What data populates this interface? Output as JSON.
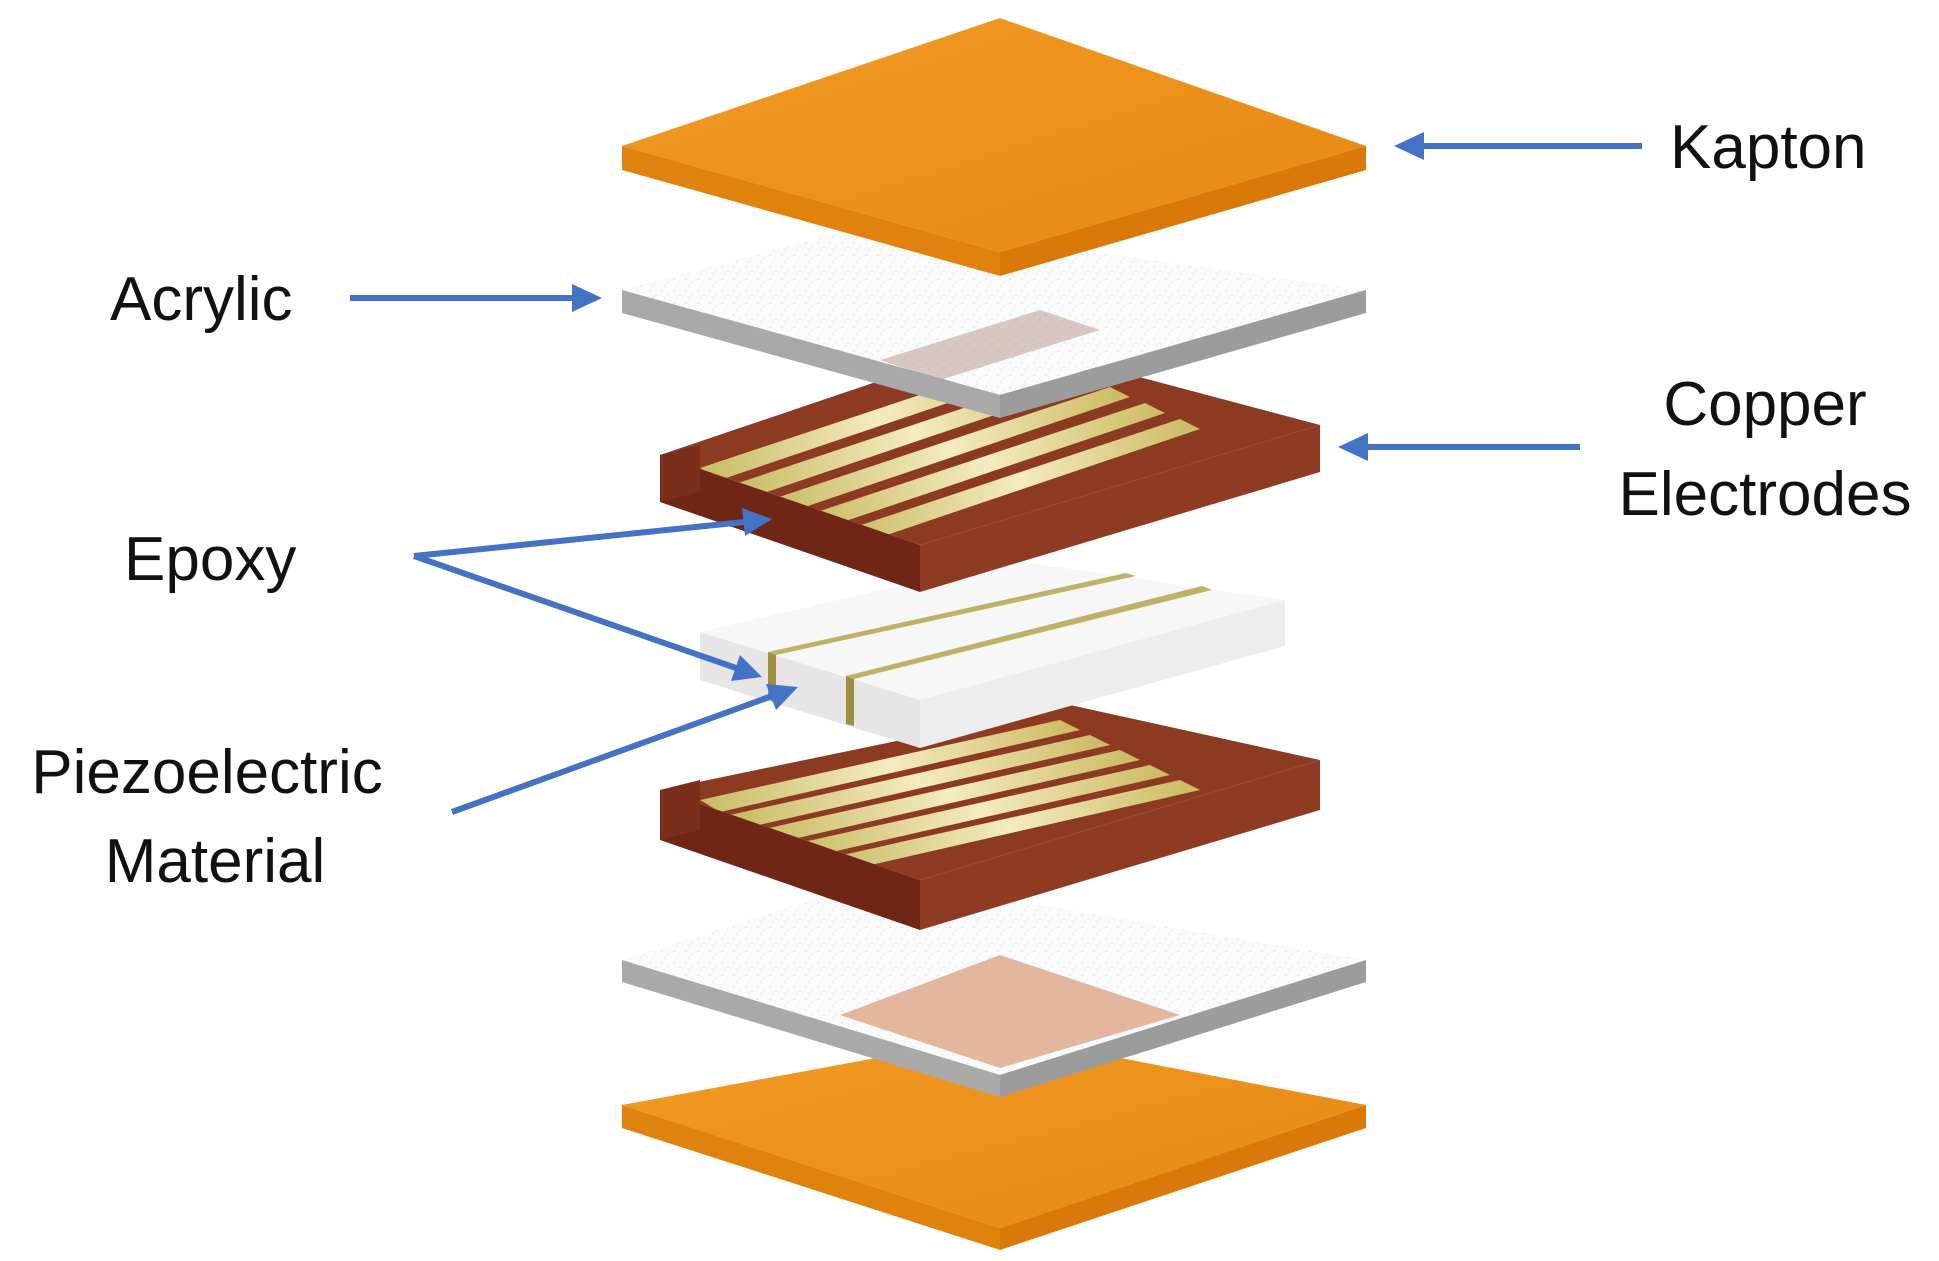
{
  "labels": {
    "kapton": "Kapton",
    "acrylic": "Acrylic",
    "copper_line1": "Copper",
    "copper_line2": "Electrodes",
    "epoxy": "Epoxy",
    "piezo_line1": "Piezoelectric",
    "piezo_line2": "Material"
  },
  "colors": {
    "kapton": "#EE8F1A",
    "acrylic_edge": "#A6A6A6",
    "copper": "#8A3A22",
    "epoxy_strip": "#D8C873",
    "piezo": "#F2F2F2",
    "arrow": "#4472C4"
  }
}
